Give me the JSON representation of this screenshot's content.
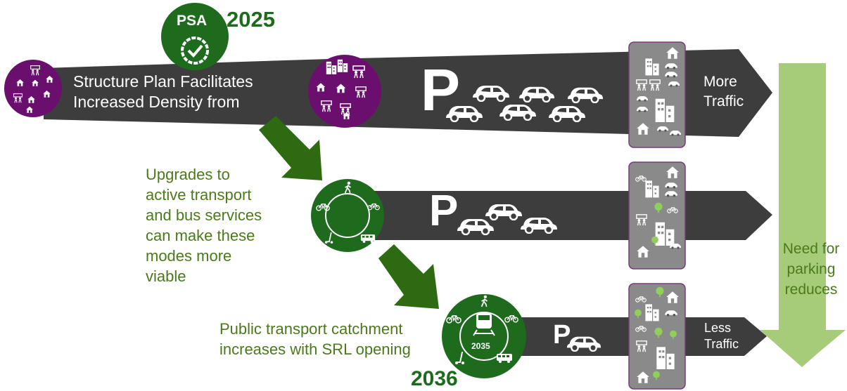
{
  "diagram": {
    "year_start": "2025",
    "year_end": "2036",
    "psa_badge": "PSA",
    "top_text": "Structure Plan Facilitates Increased Density from",
    "top_line1": "Structure Plan Facilitates",
    "top_line2": "Increased Density from",
    "more_traffic": [
      "More",
      "Traffic"
    ],
    "less_traffic": [
      "Less",
      "Traffic"
    ],
    "parking_letter": "P",
    "mid_caption": [
      "Upgrades to",
      "active transport",
      "and bus services",
      "can make these",
      "modes more",
      "viable"
    ],
    "bottom_caption": [
      "Public transport catchment",
      "increases with SRL opening"
    ],
    "circle_year": "2035",
    "parking_note": [
      "Need for",
      "parking",
      "reduces"
    ]
  },
  "colors": {
    "band": "#3d3d3d",
    "purple": "#6b0f6f",
    "green": "#1e6b1e",
    "arrow_green": "#2d6a12",
    "light_green": "#a6cc7a",
    "grey_card": "#8a8a8a"
  },
  "icons": [
    "house-icon",
    "building-icon",
    "car-icon",
    "checkmark-badge-icon",
    "walking-icon",
    "bicycle-icon",
    "scooter-icon",
    "bus-icon",
    "train-icon",
    "tree-icon",
    "people-icon"
  ]
}
